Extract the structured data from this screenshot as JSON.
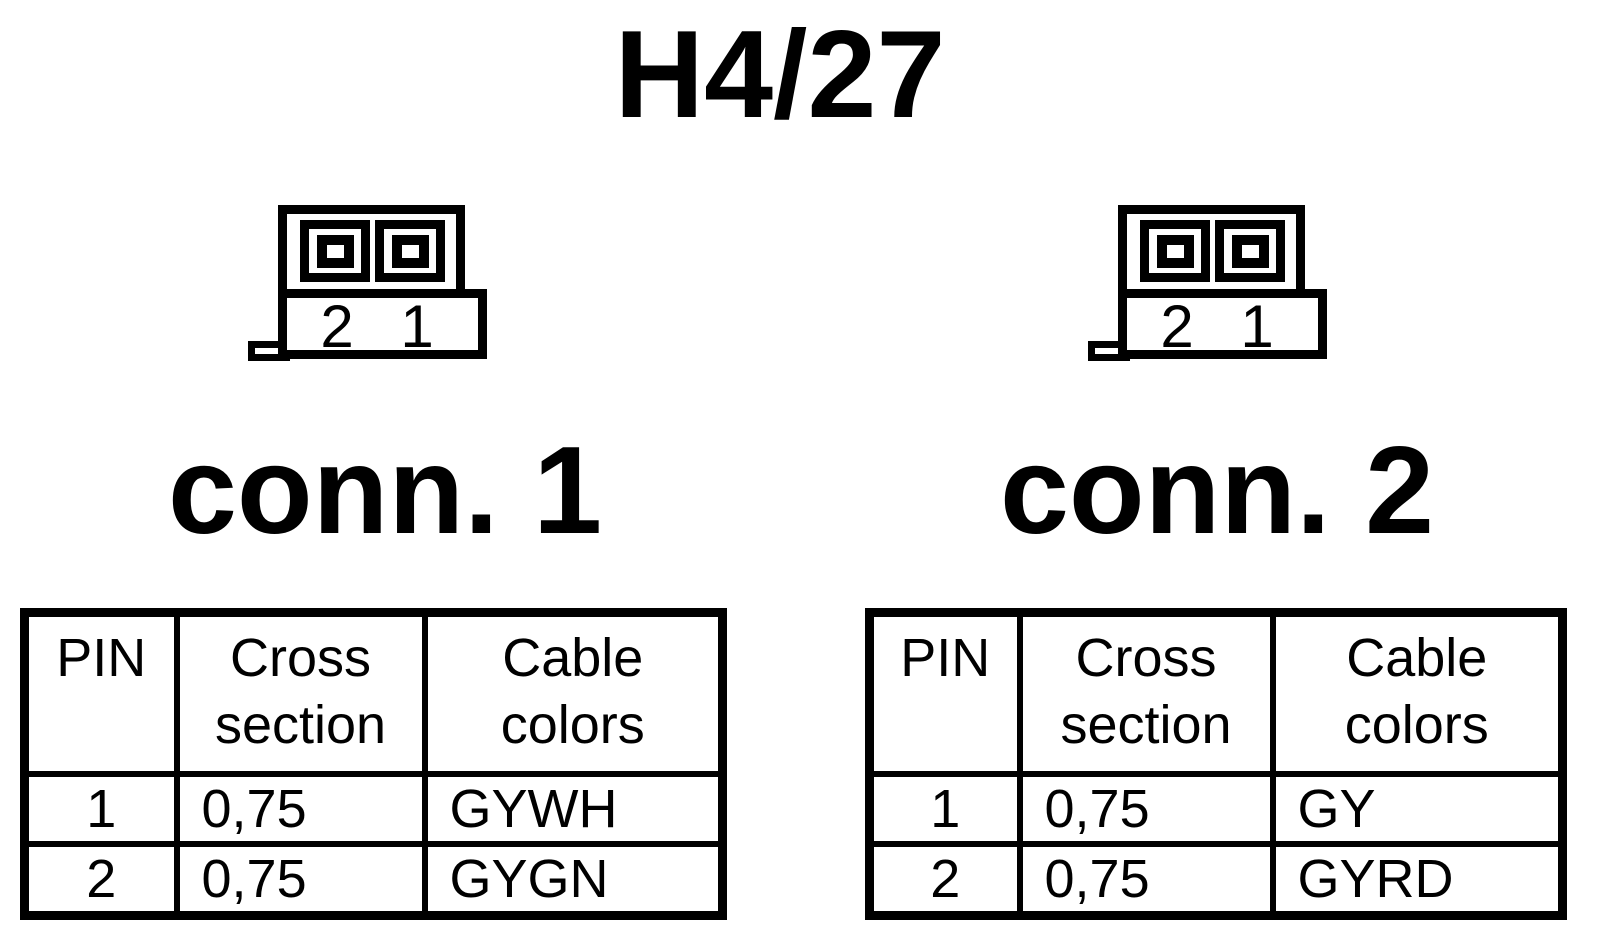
{
  "title": "H4/27",
  "connectors": [
    {
      "label": "conn. 1",
      "diagram_pin_labels": [
        "2",
        "1"
      ],
      "table": {
        "headers": [
          "PIN",
          "Cross section",
          "Cable colors"
        ],
        "rows": [
          {
            "pin": "1",
            "cross_section": "0,75",
            "cable_color": "GYWH"
          },
          {
            "pin": "2",
            "cross_section": "0,75",
            "cable_color": "GYGN"
          }
        ]
      }
    },
    {
      "label": "conn. 2",
      "diagram_pin_labels": [
        "2",
        "1"
      ],
      "table": {
        "headers": [
          "PIN",
          "Cross section",
          "Cable colors"
        ],
        "rows": [
          {
            "pin": "1",
            "cross_section": "0,75",
            "cable_color": "GY"
          },
          {
            "pin": "2",
            "cross_section": "0,75",
            "cable_color": "GYRD"
          }
        ]
      }
    }
  ],
  "colors": {
    "ink": "#000000",
    "background": "#ffffff"
  }
}
